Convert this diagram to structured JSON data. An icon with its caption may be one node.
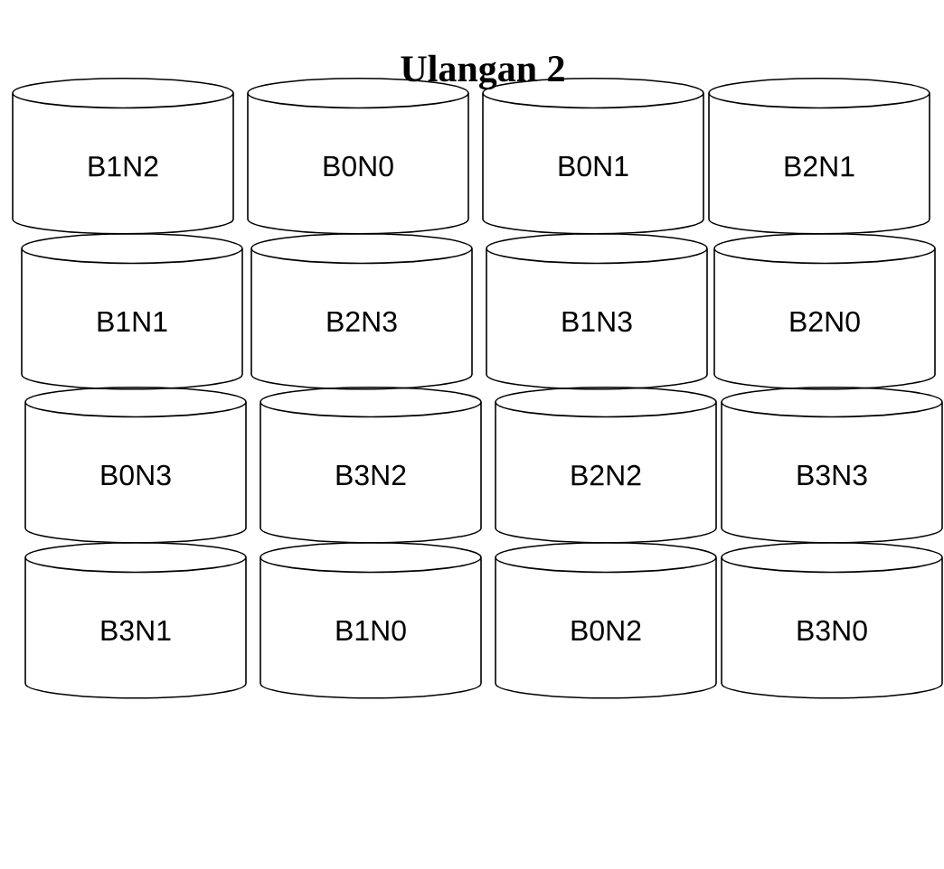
{
  "diagram": {
    "title": "Ulangan 2",
    "nodes": [
      {
        "text": [
          "B1N2"
        ]
      },
      {
        "text": [
          "B0N0"
        ]
      },
      {
        "text": [
          "B0N1"
        ]
      },
      {
        "text": [
          "B2N1"
        ]
      },
      {
        "text": [
          "B1N1"
        ]
      },
      {
        "text": [
          "B2N3"
        ]
      },
      {
        "text": [
          "B1N3"
        ]
      },
      {
        "text": [
          "B2N0"
        ]
      },
      {
        "text": [
          "B0N3"
        ]
      },
      {
        "text": [
          "B3N2"
        ]
      },
      {
        "text": [
          "B2N2"
        ]
      },
      {
        "text": [
          "B3N3"
        ]
      },
      {
        "text": [
          "B3N1"
        ]
      },
      {
        "text": [
          "B1N0"
        ]
      },
      {
        "text": [
          "B0N2"
        ]
      },
      {
        "text": [
          "B3N0"
        ]
      }
    ]
  }
}
